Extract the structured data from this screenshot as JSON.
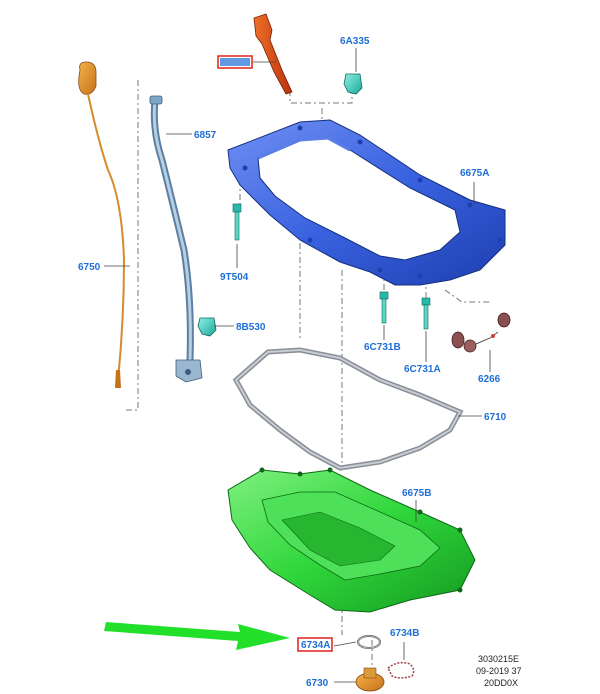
{
  "labels": {
    "l_6750": "6750",
    "l_6857": "6857",
    "l_6a335": "6A335",
    "l_6675a": "6675A",
    "l_9t504": "9T504",
    "l_8b530": "8B530",
    "l_6c731b": "6C731B",
    "l_6c731a": "6C731A",
    "l_6266": "6266",
    "l_6710": "6710",
    "l_6675b": "6675B",
    "l_6734a": "6734A",
    "l_6734b": "6734B",
    "l_6730": "6730"
  },
  "footer": {
    "line1": "3030215E",
    "line2": "09-2019 37",
    "line3": "20DD0X"
  },
  "colors": {
    "label_blue": "#1f6fd6",
    "highlight_red": "#e0201c",
    "arrow_green": "#22e02a",
    "oil_pan_upper": "#3a62e0",
    "oil_pan_lower": "#2fd63a",
    "dipstick": "#d88a2a",
    "tube": "#7fa6c8",
    "gasket": "#8a8e96"
  }
}
